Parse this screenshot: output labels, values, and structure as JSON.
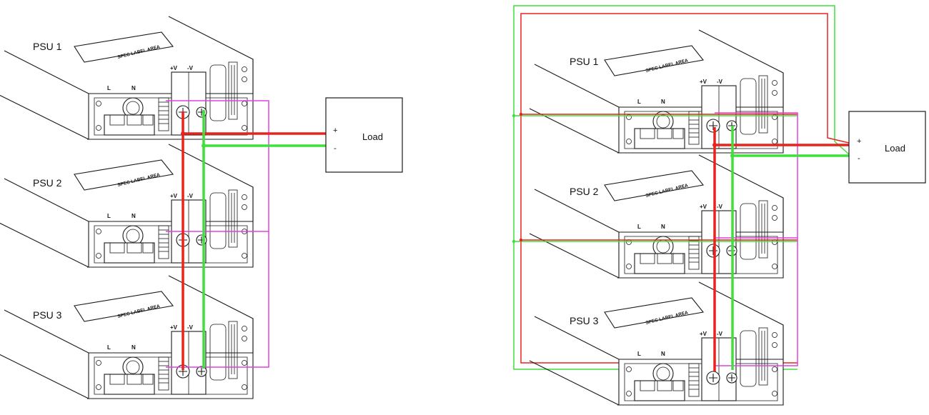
{
  "left_diagram": {
    "units": [
      {
        "label": "PSU 1",
        "spec_label": "SPEC LABEL AREA",
        "terminal_l": "L",
        "terminal_n": "N",
        "out_pos": "+V",
        "out_neg": "-V"
      },
      {
        "label": "PSU 2",
        "spec_label": "SPEC LABEL AREA",
        "terminal_l": "L",
        "terminal_n": "N",
        "out_pos": "+V",
        "out_neg": "-V"
      },
      {
        "label": "PSU 3",
        "spec_label": "SPEC LABEL AREA",
        "terminal_l": "L",
        "terminal_n": "N",
        "out_pos": "+V",
        "out_neg": "-V"
      }
    ],
    "load": {
      "label": "Load",
      "plus": "+",
      "minus": "-"
    }
  },
  "right_diagram": {
    "units": [
      {
        "label": "PSU 1",
        "spec_label": "SPEC LABEL AREA",
        "terminal_l": "L",
        "terminal_n": "N",
        "out_pos": "+V",
        "out_neg": "-V"
      },
      {
        "label": "PSU 2",
        "spec_label": "SPEC LABEL AREA",
        "terminal_l": "L",
        "terminal_n": "N",
        "out_pos": "+V",
        "out_neg": "-V"
      },
      {
        "label": "PSU 3",
        "spec_label": "SPEC LABEL AREA",
        "terminal_l": "L",
        "terminal_n": "N",
        "out_pos": "+V",
        "out_neg": "-V"
      }
    ],
    "load": {
      "label": "Load",
      "plus": "+",
      "minus": "-"
    }
  },
  "colors": {
    "positive_wire": "#e8231e",
    "negative_wire": "#3ee03a",
    "sense_wire": "#e040e0",
    "outline": "#1a1a1a"
  }
}
